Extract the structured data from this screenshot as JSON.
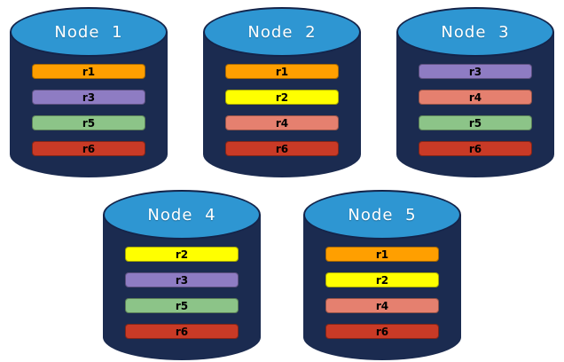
{
  "diagram": {
    "description": "Five database nodes each storing four replicas",
    "colors": {
      "cylinder_body": "#1b2b50",
      "cylinder_top": "#2e96d2",
      "node_label_text": "#ffffff",
      "bar_text": "#000000",
      "background": "#ffffff"
    },
    "nodes": [
      {
        "name": "Node 1",
        "replicas": [
          {
            "label": "r1",
            "color": "#ff9f00"
          },
          {
            "label": "r3",
            "color": "#8e7cc3"
          },
          {
            "label": "r5",
            "color": "#8cc488"
          },
          {
            "label": "r6",
            "color": "#c93a26"
          }
        ]
      },
      {
        "name": "Node 2",
        "replicas": [
          {
            "label": "r1",
            "color": "#ff9f00"
          },
          {
            "label": "r2",
            "color": "#ffff00"
          },
          {
            "label": "r4",
            "color": "#e5806f"
          },
          {
            "label": "r6",
            "color": "#c93a26"
          }
        ]
      },
      {
        "name": "Node 3",
        "replicas": [
          {
            "label": "r3",
            "color": "#8e7cc3"
          },
          {
            "label": "r4",
            "color": "#e5806f"
          },
          {
            "label": "r5",
            "color": "#8cc488"
          },
          {
            "label": "r6",
            "color": "#c93a26"
          }
        ]
      },
      {
        "name": "Node 4",
        "replicas": [
          {
            "label": "r2",
            "color": "#ffff00"
          },
          {
            "label": "r3",
            "color": "#8e7cc3"
          },
          {
            "label": "r5",
            "color": "#8cc488"
          },
          {
            "label": "r6",
            "color": "#c93a26"
          }
        ]
      },
      {
        "name": "Node 5",
        "replicas": [
          {
            "label": "r1",
            "color": "#ff9f00"
          },
          {
            "label": "r2",
            "color": "#ffff00"
          },
          {
            "label": "r4",
            "color": "#e5806f"
          },
          {
            "label": "r6",
            "color": "#c93a26"
          }
        ]
      }
    ]
  }
}
